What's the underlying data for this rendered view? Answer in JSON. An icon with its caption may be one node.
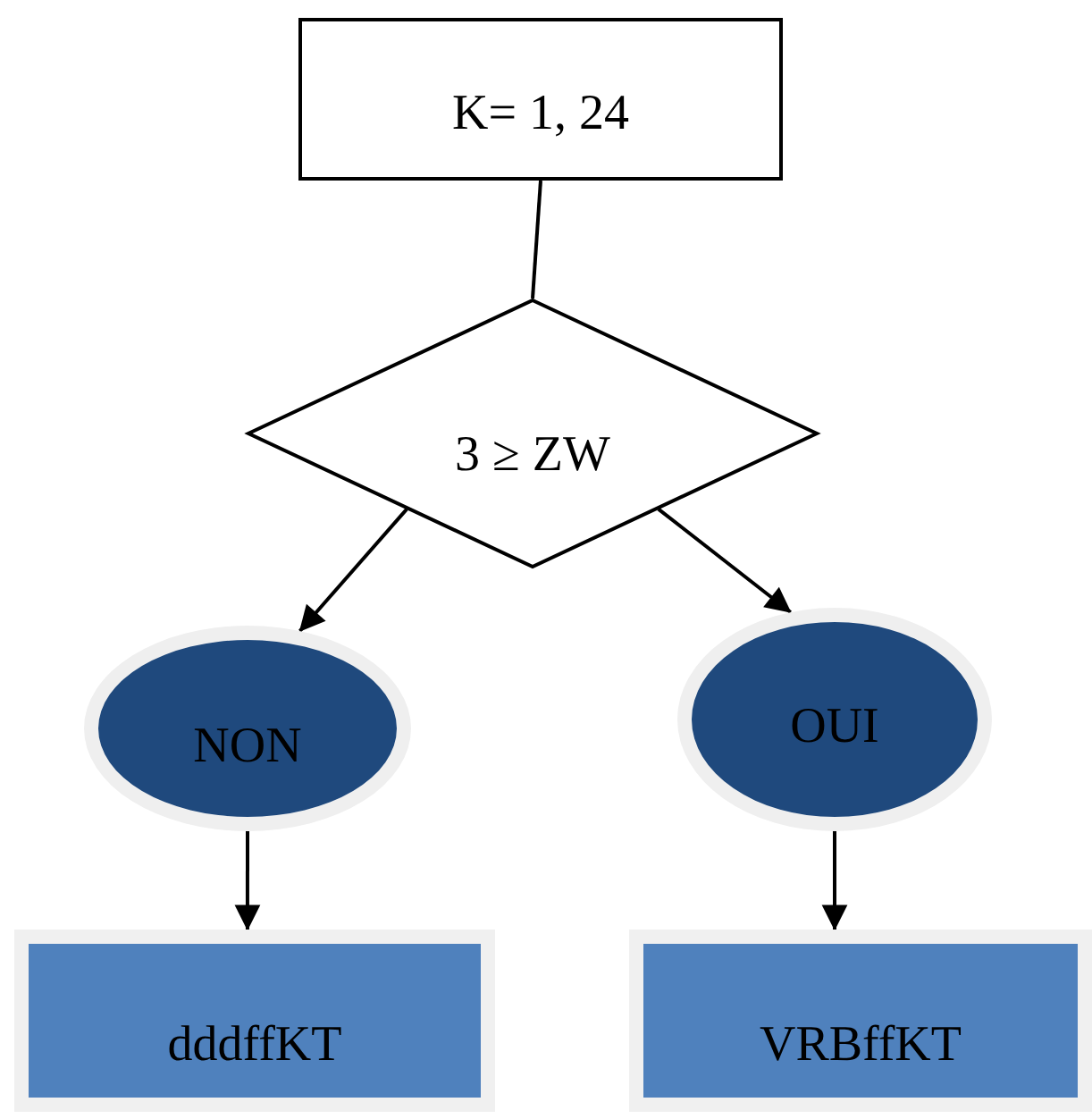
{
  "diagram": {
    "nodes": [
      {
        "text": [
          "K= 1, 24"
        ]
      },
      {
        "text": [
          "3 ≥ ZW"
        ]
      },
      {
        "text": [
          "NON"
        ]
      },
      {
        "text": [
          "OUI"
        ]
      },
      {
        "text": [
          "dddffKT"
        ]
      },
      {
        "text": [
          "VRBffKT"
        ]
      }
    ],
    "edges": [
      {
        "from": 0,
        "to": 1,
        "arrow": "none"
      },
      {
        "from": 1,
        "to": 2,
        "arrow": "to"
      },
      {
        "from": 1,
        "to": 3,
        "arrow": "to"
      },
      {
        "from": 2,
        "to": 4,
        "arrow": "to"
      },
      {
        "from": 3,
        "to": 5,
        "arrow": "to"
      }
    ]
  }
}
